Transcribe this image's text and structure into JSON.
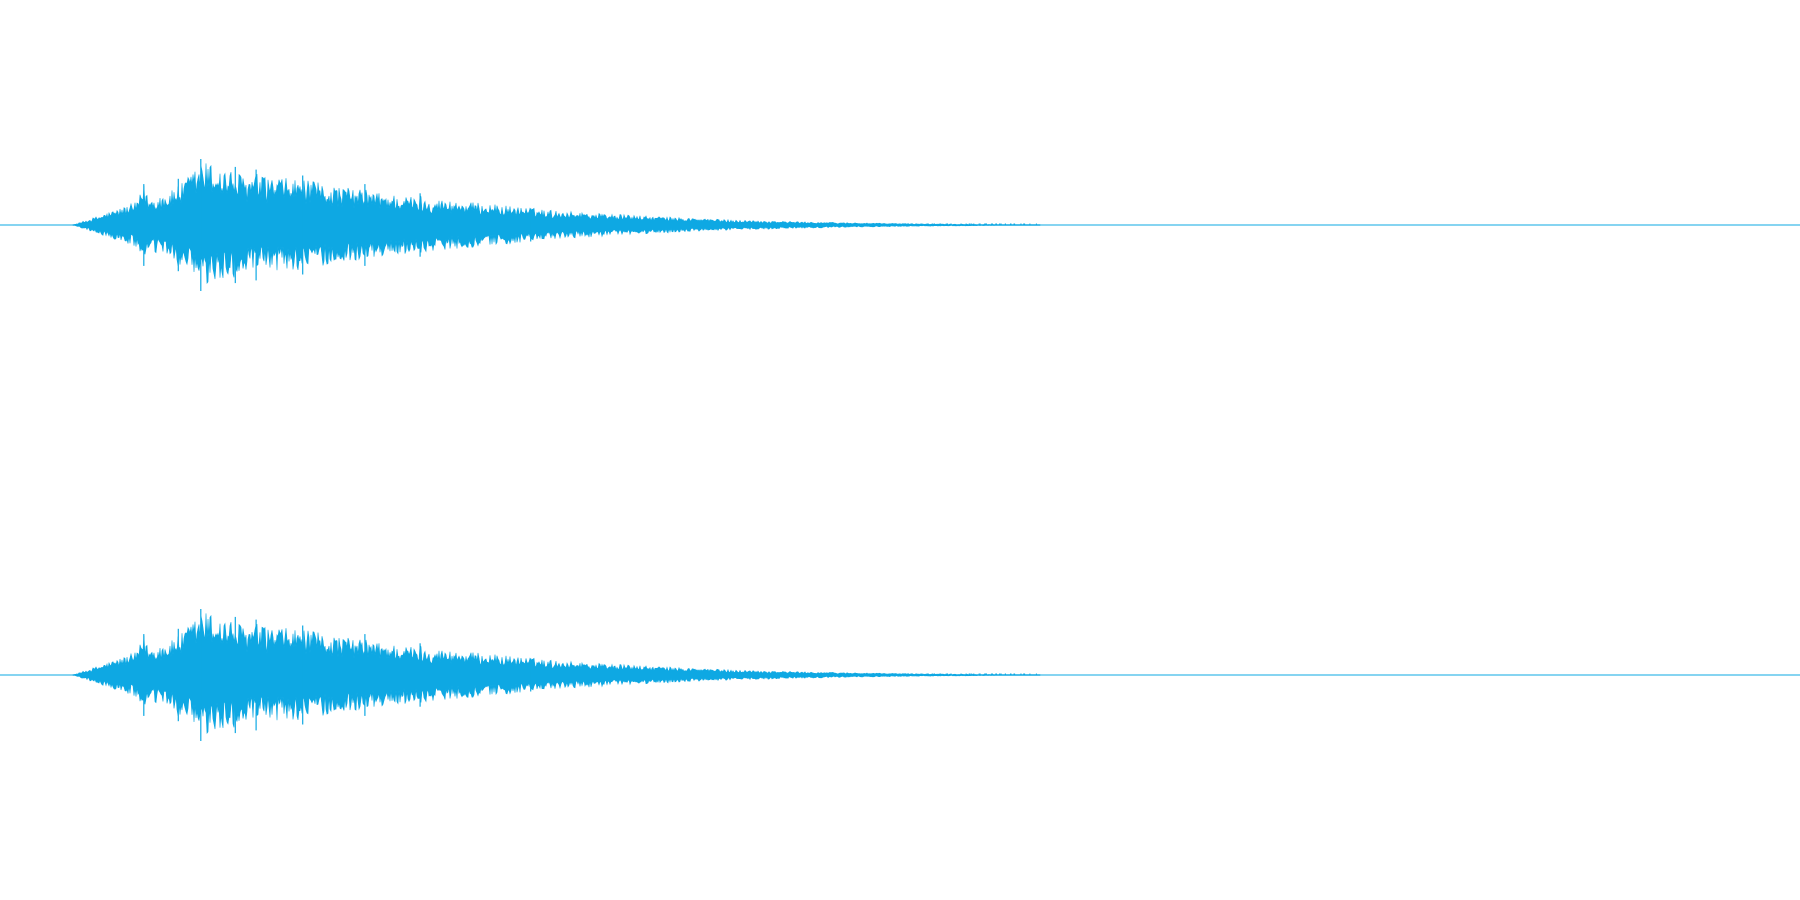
{
  "colors": {
    "background": "#ffffff",
    "waveform": "#0ea8e3"
  },
  "chart_data": {
    "type": "area",
    "description_shape": "decaying audio waveform, two identical channels",
    "ylim": [
      -1,
      1
    ],
    "xlim": [
      0,
      1
    ],
    "grid": false,
    "legend": "none",
    "channels": [
      {
        "envelope": {
          "x": [
            0.0,
            0.04,
            0.06,
            0.075,
            0.1,
            0.13,
            0.17,
            0.2,
            0.25,
            0.28,
            0.33,
            0.38,
            0.42,
            0.46,
            0.49,
            0.53,
            0.55,
            1.0
          ],
          "amp": [
            0.0,
            0.38,
            0.55,
            0.98,
            0.75,
            0.7,
            0.52,
            0.42,
            0.3,
            0.22,
            0.14,
            0.08,
            0.05,
            0.03,
            0.02,
            0.01,
            0.0,
            0.0
          ]
        },
        "spikes": [
          {
            "x": 0.041,
            "amp": 0.62
          },
          {
            "x": 0.061,
            "amp": 0.7
          },
          {
            "x": 0.074,
            "amp": 1.0
          },
          {
            "x": 0.094,
            "amp": 0.88
          },
          {
            "x": 0.106,
            "amp": 0.84
          },
          {
            "x": 0.133,
            "amp": 0.75
          },
          {
            "x": 0.169,
            "amp": 0.62
          },
          {
            "x": 0.201,
            "amp": 0.48
          },
          {
            "x": 0.265,
            "amp": 0.25
          }
        ]
      },
      {
        "envelope": {
          "x": [
            0.0,
            0.04,
            0.06,
            0.075,
            0.1,
            0.13,
            0.17,
            0.2,
            0.25,
            0.28,
            0.33,
            0.38,
            0.42,
            0.46,
            0.49,
            0.53,
            0.55,
            1.0
          ],
          "amp": [
            0.0,
            0.38,
            0.55,
            0.98,
            0.75,
            0.7,
            0.52,
            0.42,
            0.3,
            0.22,
            0.14,
            0.08,
            0.05,
            0.03,
            0.02,
            0.01,
            0.0,
            0.0
          ]
        },
        "spikes": [
          {
            "x": 0.041,
            "amp": 0.62
          },
          {
            "x": 0.061,
            "amp": 0.7
          },
          {
            "x": 0.074,
            "amp": 1.0
          },
          {
            "x": 0.094,
            "amp": 0.88
          },
          {
            "x": 0.106,
            "amp": 0.84
          },
          {
            "x": 0.133,
            "amp": 0.75
          },
          {
            "x": 0.169,
            "amp": 0.62
          },
          {
            "x": 0.201,
            "amp": 0.48
          },
          {
            "x": 0.265,
            "amp": 0.25
          }
        ]
      }
    ]
  }
}
